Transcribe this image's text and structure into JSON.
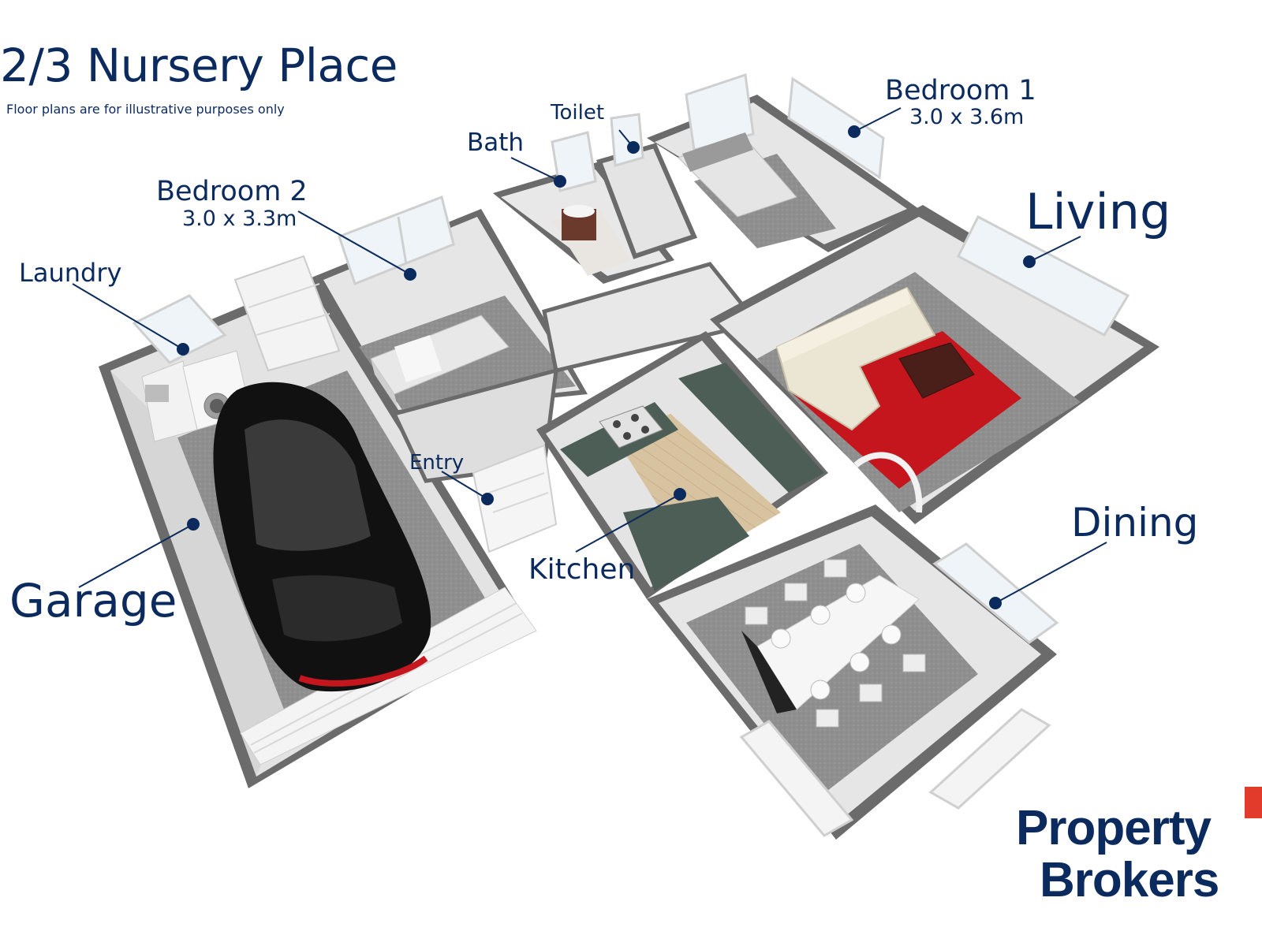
{
  "header": {
    "title": "2/3 Nursery Place",
    "subtitle": "Floor plans are for illustrative purposes only"
  },
  "rooms": {
    "bedroom1": {
      "label": "Bedroom 1",
      "dimensions": "3.0 x 3.6m"
    },
    "toilet": {
      "label": "Toilet"
    },
    "bath": {
      "label": "Bath"
    },
    "bedroom2": {
      "label": "Bedroom 2",
      "dimensions": "3.0 x 3.3m"
    },
    "laundry": {
      "label": "Laundry"
    },
    "living": {
      "label": "Living"
    },
    "entry": {
      "label": "Entry"
    },
    "kitchen": {
      "label": "Kitchen"
    },
    "dining": {
      "label": "Dining"
    },
    "garage": {
      "label": "Garage"
    }
  },
  "logo": {
    "line1": "Property",
    "line2": "Brokers"
  },
  "colors": {
    "label_navy": "#0b2a5e",
    "floor_carpet": "#8f8f8f",
    "wall": "#d9d9d9",
    "wall_edge": "#6b6b6b",
    "rug_red": "#c4161c",
    "counter": "#4d5e57",
    "timber": "#d8c3a0",
    "logo_red": "#e23b2b"
  },
  "icons": [
    "car-icon",
    "sofa-icon",
    "bed-icon",
    "dining-table-icon",
    "stove-icon",
    "washing-machine-icon",
    "window-icon",
    "door-icon"
  ]
}
